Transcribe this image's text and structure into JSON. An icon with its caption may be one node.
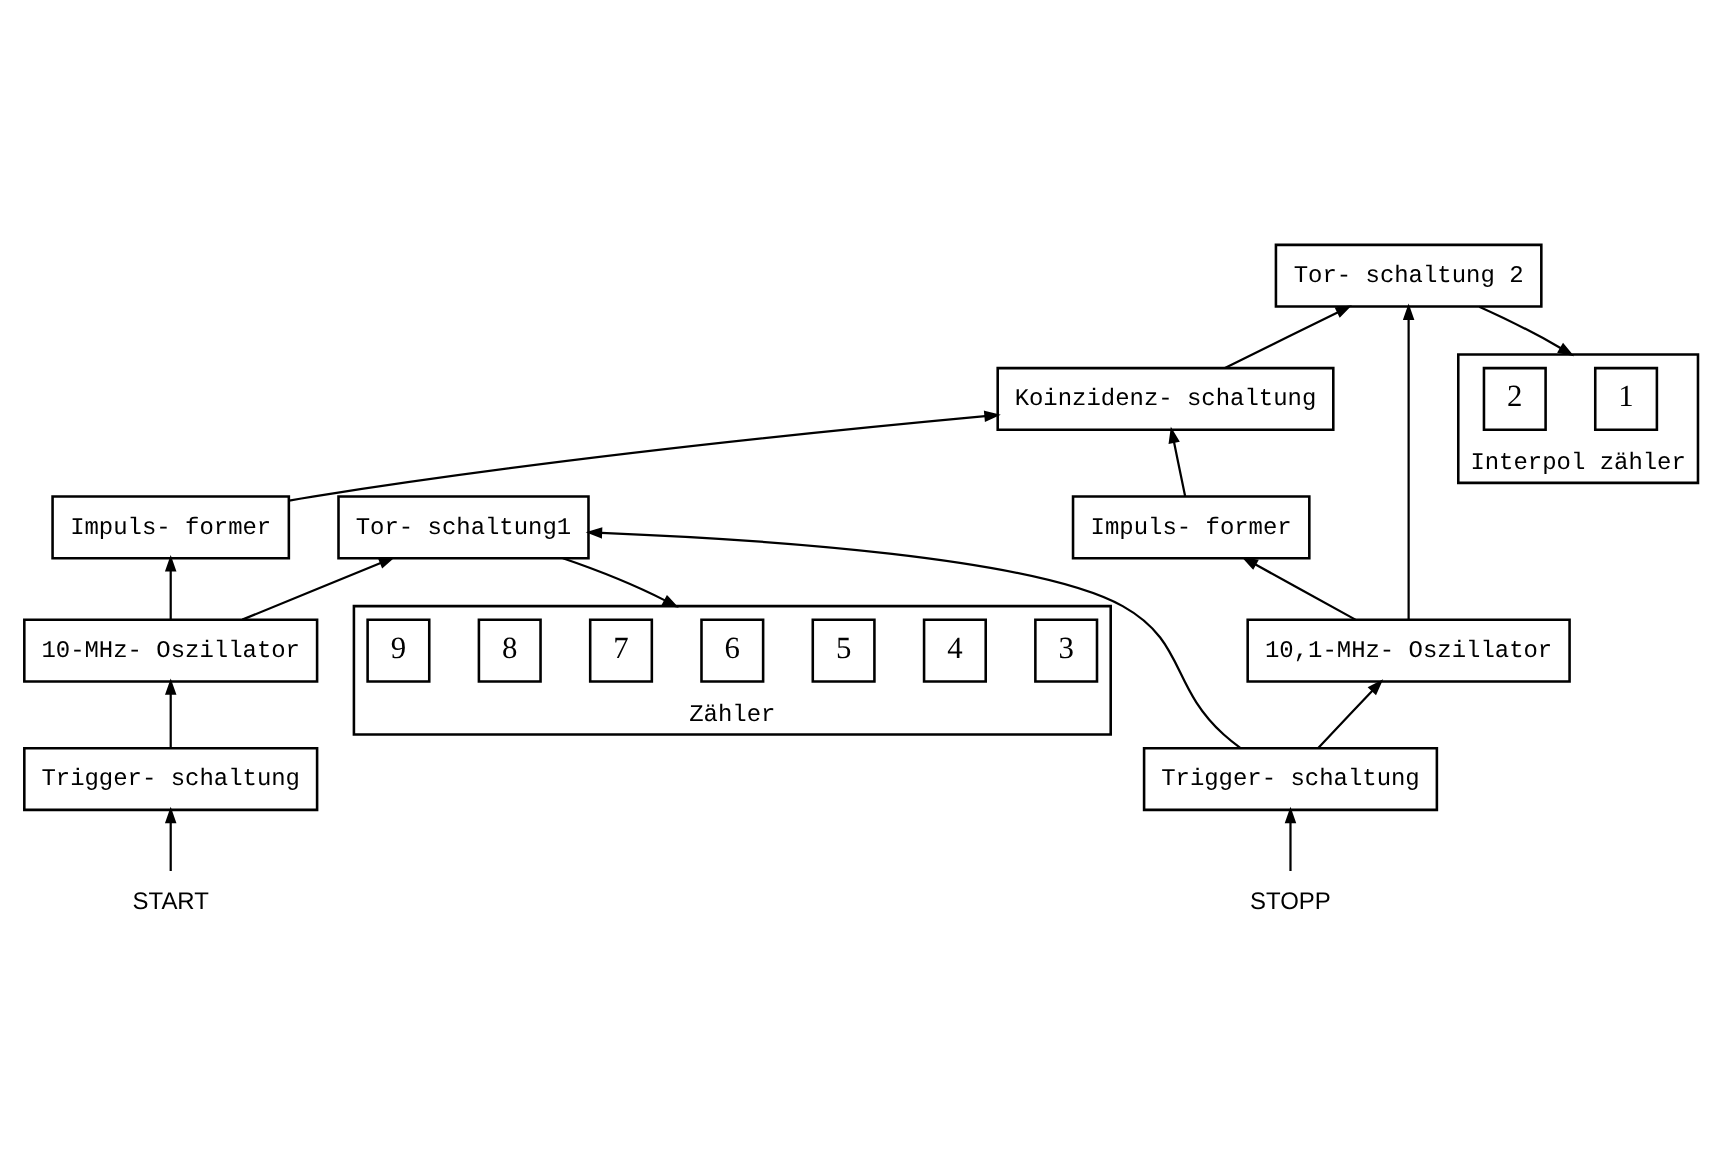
{
  "diagram": {
    "nodes": [
      {
        "text": [
          "START"
        ]
      },
      {
        "text": [
          "STOPP"
        ]
      },
      {
        "text": [
          "Trigger- schaltung"
        ]
      },
      {
        "text": [
          "Trigger- schaltung"
        ]
      },
      {
        "text": [
          "10-MHz- Oszillator"
        ]
      },
      {
        "text": [
          "10,1-MHz- Oszillator"
        ]
      },
      {
        "text": [
          "Impuls- former"
        ]
      },
      {
        "text": [
          "Impuls- former"
        ]
      },
      {
        "text": [
          "Koinzidenz- schaltung"
        ]
      },
      {
        "text": [
          "Tor- schaltung1"
        ]
      },
      {
        "text": [
          "Tor- schaltung 2"
        ]
      },
      {
        "text": [
          "Zähler"
        ]
      },
      {
        "text": [
          "9"
        ],
        "in": 11
      },
      {
        "text": [
          "8"
        ],
        "in": 11
      },
      {
        "text": [
          "7"
        ],
        "in": 11
      },
      {
        "text": [
          "6"
        ],
        "in": 11
      },
      {
        "text": [
          "5"
        ],
        "in": 11
      },
      {
        "text": [
          "4"
        ],
        "in": 11
      },
      {
        "text": [
          "3"
        ],
        "in": 11
      },
      {
        "text": [
          "Interpol zähler"
        ]
      },
      {
        "text": [
          "2"
        ],
        "in": 19
      },
      {
        "text": [
          "1"
        ],
        "in": 19
      }
    ],
    "edges": [
      {
        "from": 0,
        "to": 2,
        "arrow": "to"
      },
      {
        "from": 2,
        "to": 4,
        "arrow": "to"
      },
      {
        "from": 1,
        "to": 3,
        "arrow": "to"
      },
      {
        "from": 3,
        "to": 5,
        "arrow": "to"
      },
      {
        "from": 3,
        "to": 9,
        "arrow": "to"
      },
      {
        "from": 4,
        "to": 6,
        "arrow": "to"
      },
      {
        "from": 4,
        "to": 9,
        "arrow": "to"
      },
      {
        "from": 5,
        "to": 7,
        "arrow": "to"
      },
      {
        "from": 5,
        "to": 10,
        "arrow": "to"
      },
      {
        "from": 6,
        "to": 8,
        "arrow": "to"
      },
      {
        "from": 7,
        "to": 8,
        "arrow": "to"
      },
      {
        "from": 8,
        "to": 10,
        "arrow": "to"
      },
      {
        "from": 9,
        "to": 11,
        "arrow": "to"
      },
      {
        "from": 10,
        "to": 19,
        "arrow": "to"
      }
    ]
  }
}
